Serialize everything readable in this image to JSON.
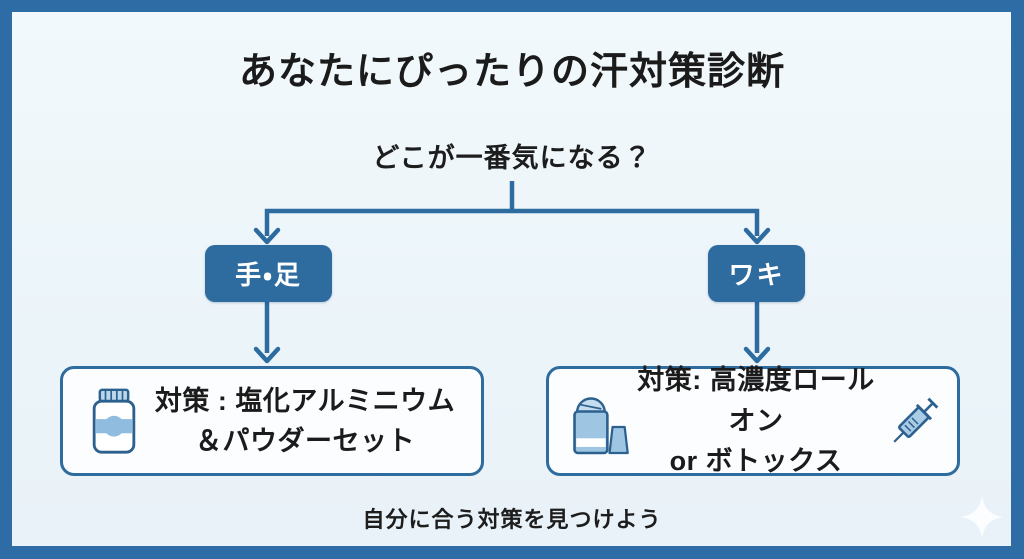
{
  "colors": {
    "frame": "#2d6ca4",
    "background": "#edf5f9",
    "accent": "#2e6b9f",
    "result_box_fill": "#fbfdff",
    "text": "#1b1b1b",
    "option_text": "#ffffff",
    "icon_fill_light": "#9ec5e2"
  },
  "header": {
    "title": "あなたにぴったりの汗対策診断"
  },
  "question": {
    "text": "どこが一番気になる？"
  },
  "branches": [
    {
      "label": "手・足",
      "result": {
        "icon": "medicine-bottle-icon",
        "line1": "対策 : 塩化アルミニウム",
        "line2": "＆パウダーセット"
      }
    },
    {
      "label": "ワキ",
      "result": {
        "icon_left": "roll-on-icon",
        "icon_right": "syringe-icon",
        "line1": "対策: 高濃度ロールオン",
        "line2": "or ボトックス"
      }
    }
  ],
  "footer": {
    "text": "自分に合う対策を見つけよう",
    "icon": "sparkle-icon"
  }
}
